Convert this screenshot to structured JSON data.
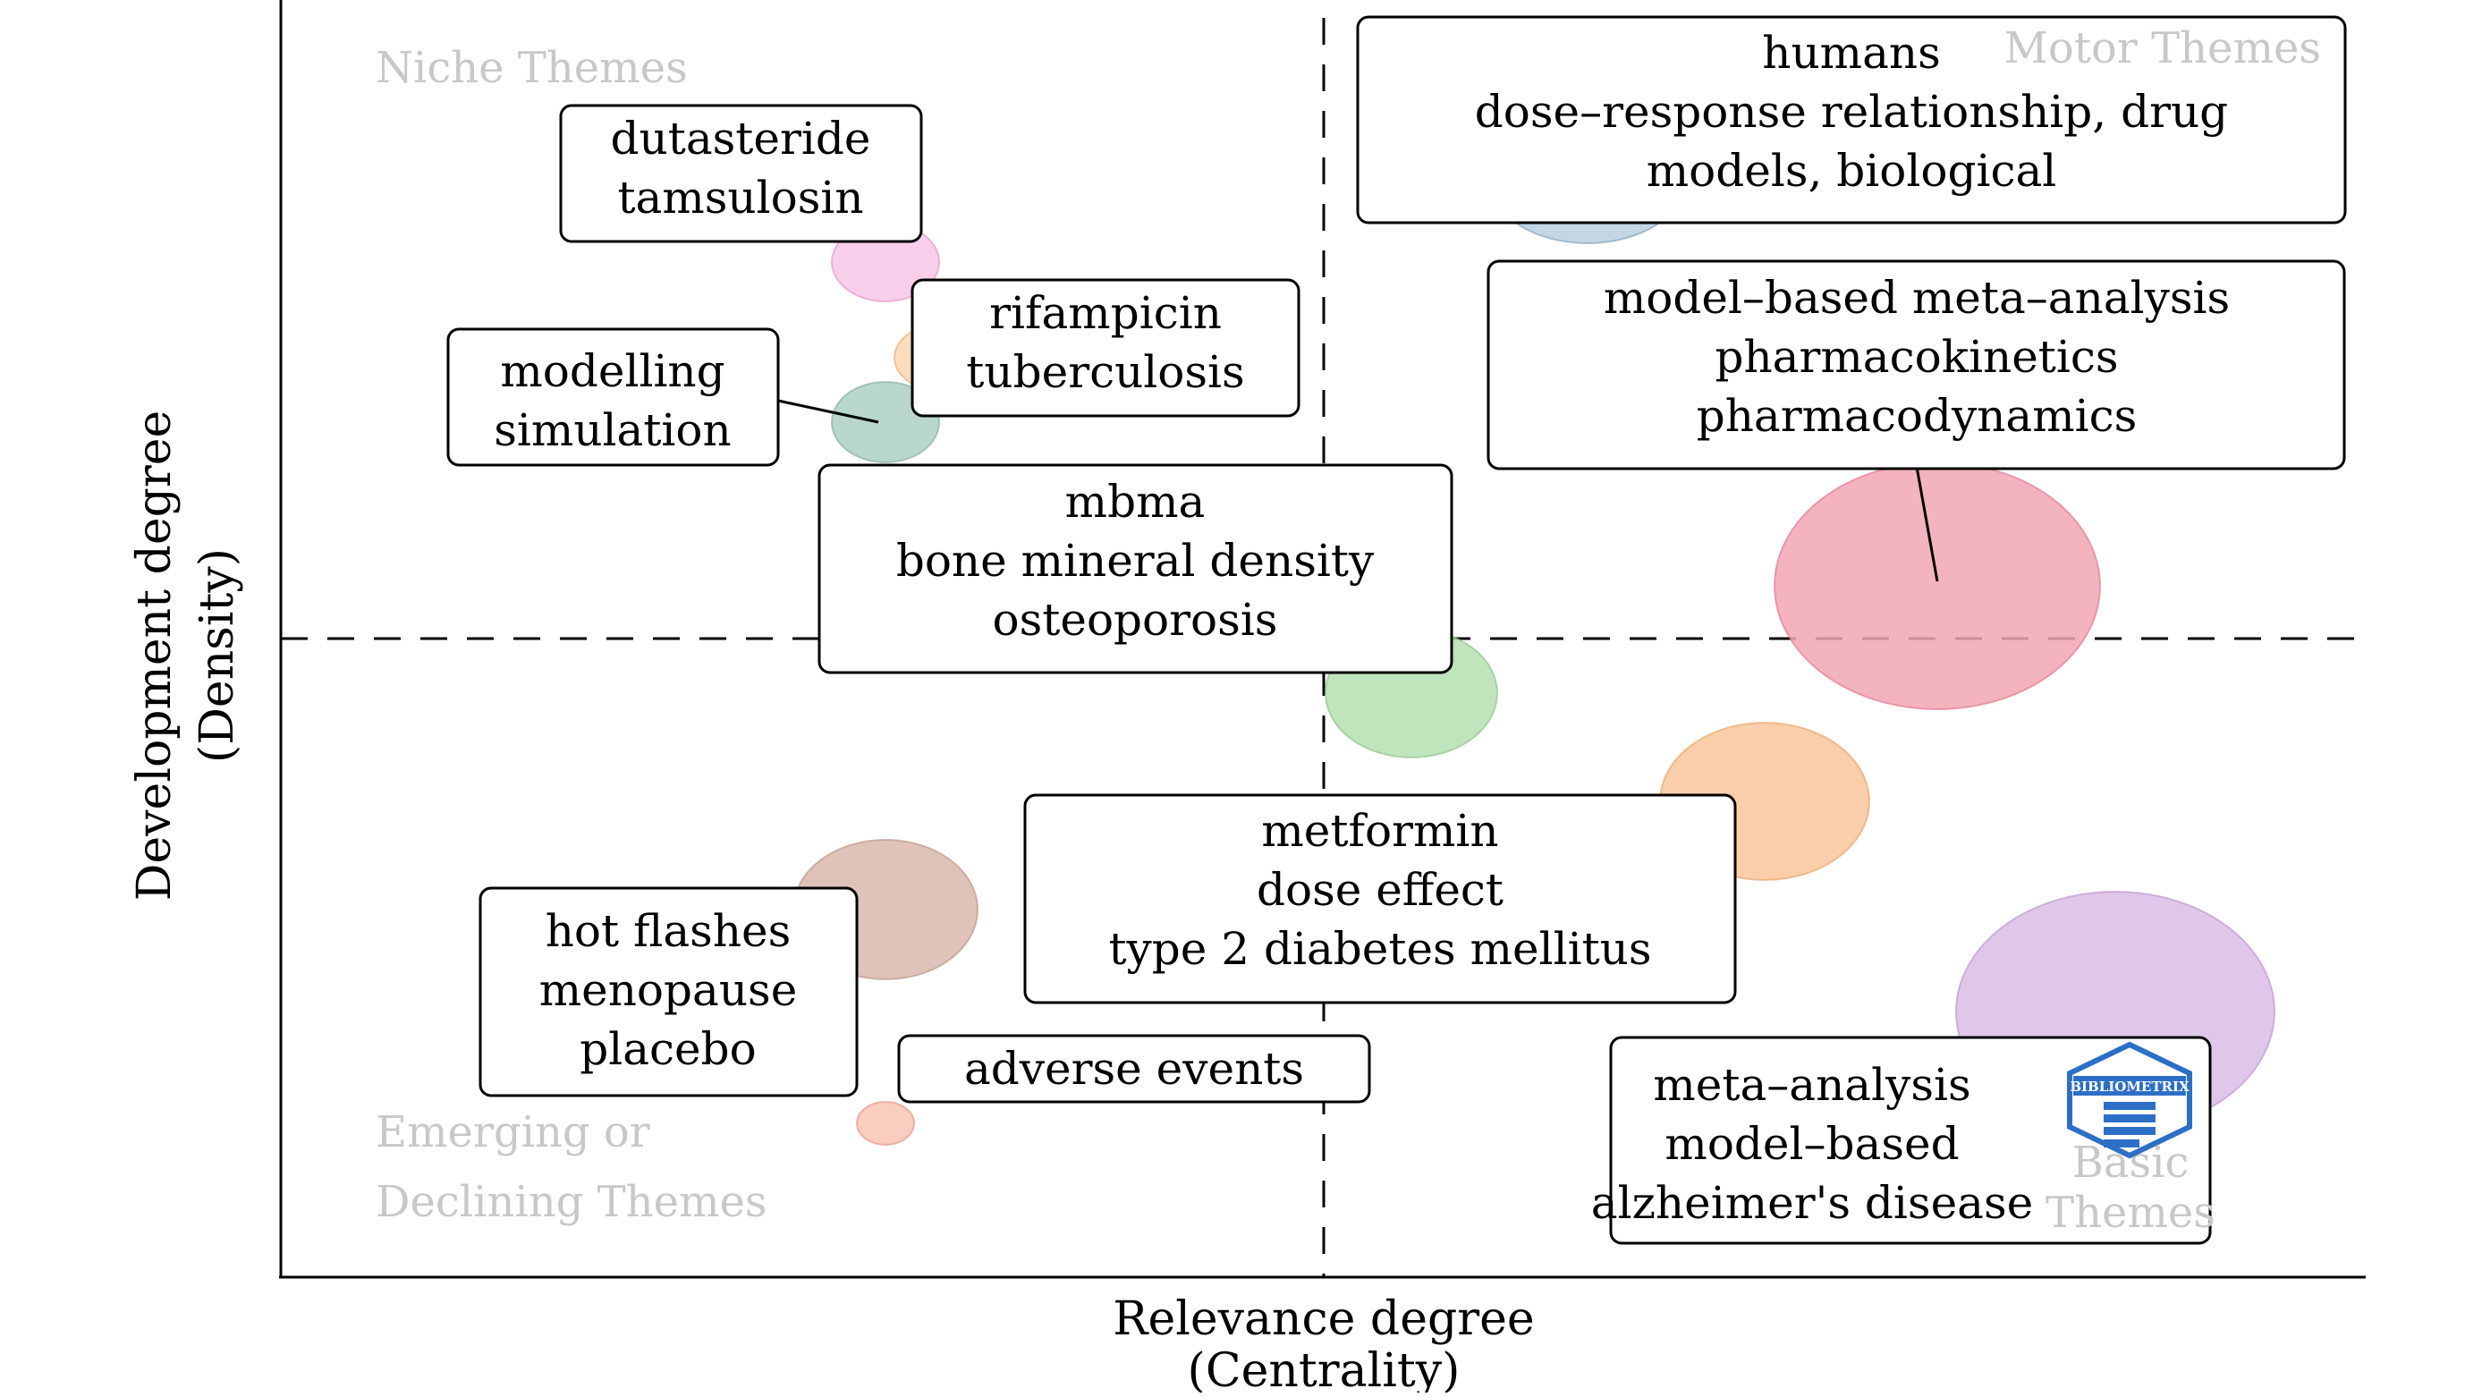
{
  "chart_data": {
    "type": "scatter",
    "title": "",
    "xlabel": [
      "Relevance degree",
      "(Centrality)"
    ],
    "ylabel": [
      "Development degree",
      "(Density)"
    ],
    "grid": false,
    "quadrant_labels": {
      "niche": [
        "Niche Themes"
      ],
      "motor": [
        "Motor Themes"
      ],
      "emerging": [
        "Emerging or",
        "Declining Themes"
      ],
      "basic": [
        "Basic",
        "Themes"
      ]
    },
    "logo_text": "BIBLIOMETRIX",
    "clusters": [
      {
        "labels": [
          "humans",
          "dose–response relationship, drug",
          "models, biological"
        ],
        "color": "#9bbbd6"
      },
      {
        "labels": [
          "dutasteride",
          "tamsulosin"
        ],
        "color": "#f4bfe3"
      },
      {
        "labels": [
          "rifampicin",
          "tuberculosis"
        ],
        "color": "#fdd2a8"
      },
      {
        "labels": [
          "modelling",
          "simulation"
        ],
        "color": "#a9cdbf"
      },
      {
        "labels": [
          "model–based meta–analysis",
          "pharmacokinetics",
          "pharmacodynamics"
        ],
        "color": "#f1a7b4"
      },
      {
        "labels": [
          "mbma",
          "bone mineral density",
          "osteoporosis"
        ],
        "color": "#b5e0b0"
      },
      {
        "labels": [
          "metformin",
          "dose effect",
          "type 2 diabetes mellitus"
        ],
        "color": "#f9c59c"
      },
      {
        "labels": [
          "hot flashes",
          "menopause",
          "placebo"
        ],
        "color": "#d9b8ae"
      },
      {
        "labels": [
          "adverse events"
        ],
        "color": "#f8c4b4"
      },
      {
        "labels": [
          "meta–analysis",
          "model–based",
          "alzheimer's disease"
        ],
        "color": "#dbbde6"
      }
    ]
  }
}
